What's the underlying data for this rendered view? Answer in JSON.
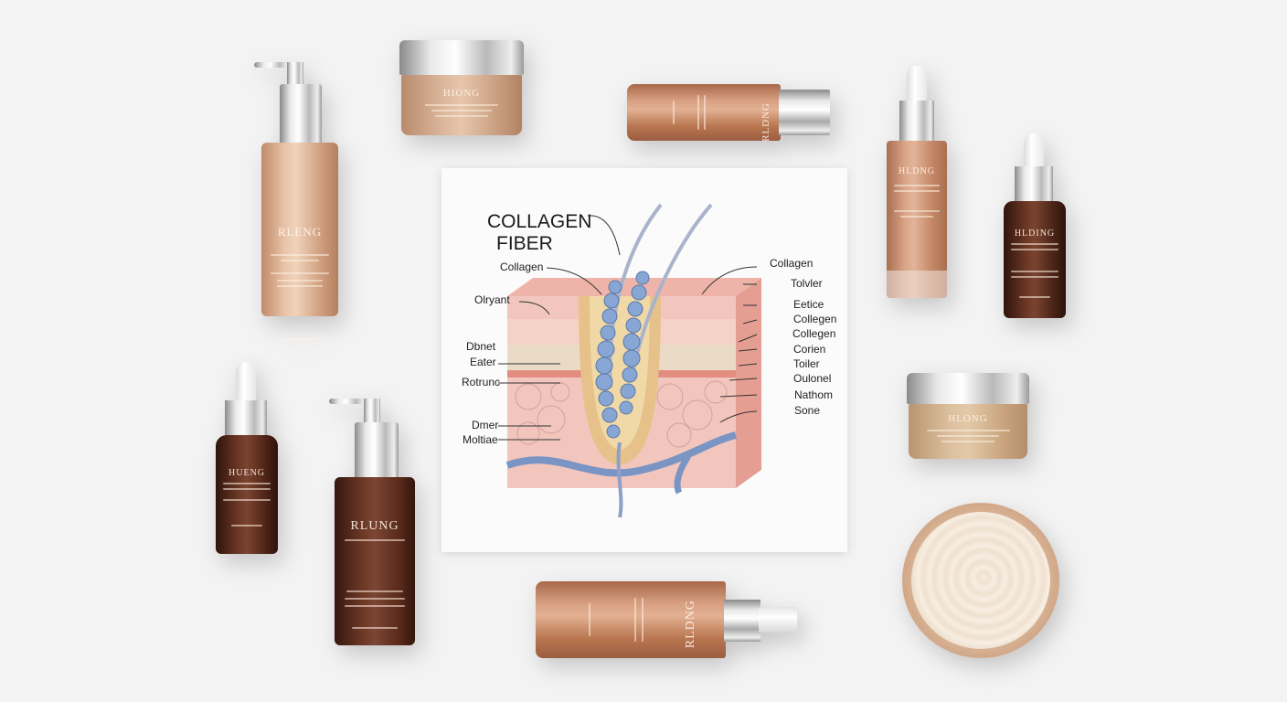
{
  "scene": {
    "description": "Flat-lay of skincare products around a collagen fiber skin diagram",
    "background_color": "#f3f3f3"
  },
  "products": [
    {
      "id": "pump-bottle-gold",
      "type": "pump bottle",
      "brand": "RLENG",
      "color": "#d9a98a"
    },
    {
      "id": "jar-top-left",
      "type": "cream jar",
      "brand": "HIONG",
      "color": "#c99e80"
    },
    {
      "id": "spray-bottle-top",
      "type": "spray bottle",
      "brand": "RLDNG",
      "color": "#b8754f"
    },
    {
      "id": "serum-tall",
      "type": "dropper bottle",
      "brand": "HLDNG",
      "color": "#c48866"
    },
    {
      "id": "serum-small-dark-right",
      "type": "dropper bottle",
      "brand": "HLDING",
      "color": "#4a2418"
    },
    {
      "id": "serum-small-dark-left",
      "type": "dropper bottle",
      "brand": "HUENG",
      "color": "#4f2417"
    },
    {
      "id": "pump-bottle-dark",
      "type": "pump bottle",
      "brand": "RLUNG",
      "color": "#5a2a1a"
    },
    {
      "id": "spray-bottle-bottom",
      "type": "spray bottle",
      "brand": "RLDNG",
      "color": "#b8754f"
    },
    {
      "id": "jar-right",
      "type": "cream jar",
      "brand": "HLONG",
      "color": "#c9a47e"
    },
    {
      "id": "open-cream-jar",
      "type": "open cream jar",
      "brand": "",
      "color": "#f1e4d4"
    }
  ],
  "diagram": {
    "title_line1": "COLLAGEN",
    "title_line2": "FIBER",
    "left_labels": [
      "Collagen",
      "Olryant",
      "Dbnet",
      "Eater",
      "Rotrunc",
      "Dmer",
      "Moltiae"
    ],
    "right_labels": [
      "Collagen",
      "Tolvler",
      "Eetice",
      "Collegen",
      "Collegen",
      "Corien",
      "Toiler",
      "Oulonel",
      "Nathom",
      "Sone"
    ]
  }
}
